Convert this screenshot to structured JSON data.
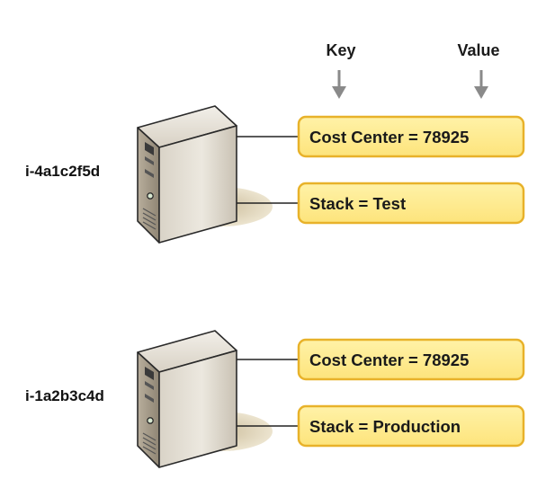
{
  "header": {
    "key_label": "Key",
    "value_label": "Value"
  },
  "instances": [
    {
      "id": "i-4a1c2f5d",
      "tags": [
        {
          "text": "Cost Center = 78925"
        },
        {
          "text": "Stack = Test"
        }
      ]
    },
    {
      "id": "i-1a2b3c4d",
      "tags": [
        {
          "text": "Cost Center = 78925"
        },
        {
          "text": "Stack = Production"
        }
      ]
    }
  ],
  "colors": {
    "tag_fill": "#fde98c",
    "tag_border": "#e8b22a",
    "arrow": "#8a8a8a",
    "connector": "#222222"
  }
}
